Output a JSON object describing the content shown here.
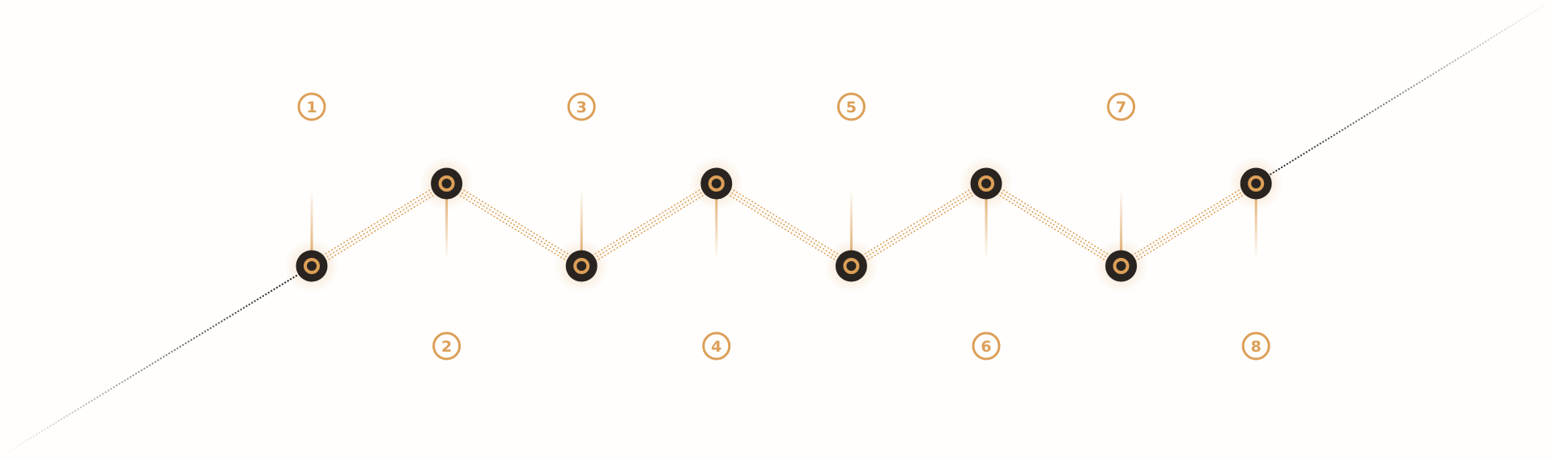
{
  "colors": {
    "accent": "#dc9f57",
    "node_fill": "#2a2421",
    "dark_line": "#111111",
    "background": "#fffefd"
  },
  "steps": [
    {
      "label": "1"
    },
    {
      "label": "2"
    },
    {
      "label": "3"
    },
    {
      "label": "4"
    },
    {
      "label": "5"
    },
    {
      "label": "6"
    },
    {
      "label": "7"
    },
    {
      "label": "8"
    }
  ]
}
